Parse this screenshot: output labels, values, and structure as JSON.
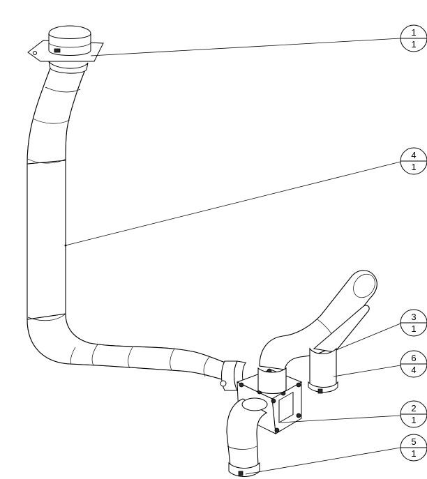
{
  "callouts": [
    {
      "item": "1",
      "qty": "1"
    },
    {
      "item": "4",
      "qty": "1"
    },
    {
      "item": "3",
      "qty": "1"
    },
    {
      "item": "6",
      "qty": "4"
    },
    {
      "item": "2",
      "qty": "1"
    },
    {
      "item": "5",
      "qty": "1"
    }
  ]
}
